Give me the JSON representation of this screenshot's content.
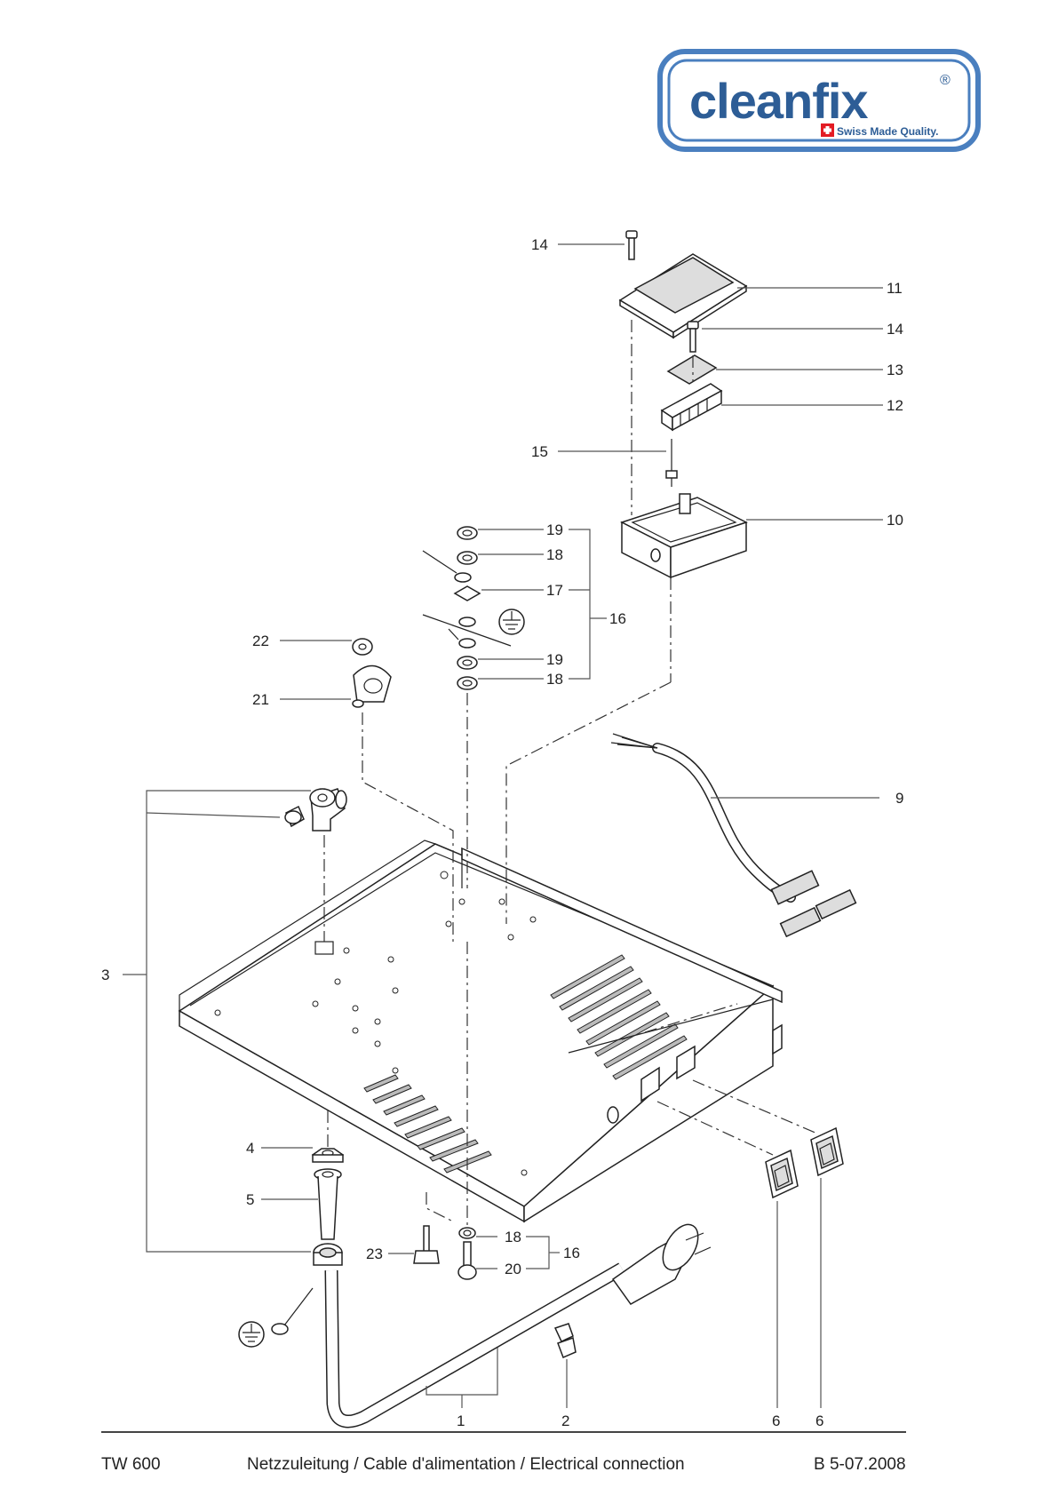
{
  "logo": {
    "brand": "cleanfix",
    "registered": "®",
    "tagline": "Swiss Made Quality.",
    "colors": {
      "frame": "#4a7fbf",
      "text": "#2d5d96",
      "cross_bg": "#e31b23"
    }
  },
  "parts": [
    {
      "number": "14"
    },
    {
      "number": "11"
    },
    {
      "number": "14"
    },
    {
      "number": "13"
    },
    {
      "number": "12"
    },
    {
      "number": "15"
    },
    {
      "number": "10"
    },
    {
      "number": "19"
    },
    {
      "number": "18"
    },
    {
      "number": "17"
    },
    {
      "number": "16"
    },
    {
      "number": "19"
    },
    {
      "number": "18"
    },
    {
      "number": "22"
    },
    {
      "number": "21"
    },
    {
      "number": "9"
    },
    {
      "number": "3"
    },
    {
      "number": "4"
    },
    {
      "number": "5"
    },
    {
      "number": "23"
    },
    {
      "number": "18"
    },
    {
      "number": "16"
    },
    {
      "number": "20"
    },
    {
      "number": "1"
    },
    {
      "number": "2"
    },
    {
      "number": "6"
    },
    {
      "number": "6"
    }
  ],
  "icons": [
    "ground-symbol-icon",
    "ground-symbol-icon"
  ],
  "footer": {
    "model": "TW 600",
    "title": "Netzzuleitung / Cable d'alimentation / Electrical connection",
    "doc_ref": "B 5-07.2008"
  }
}
